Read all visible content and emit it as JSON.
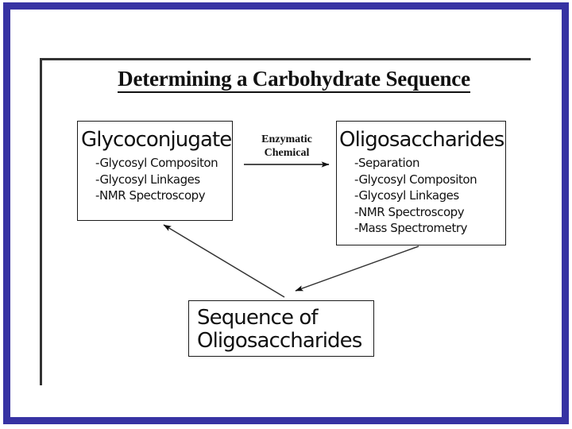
{
  "slide": {
    "title": "Determining a Carbohydrate Sequence",
    "frame_color": "#3733a3",
    "inner_rule_color": "#333333",
    "background": "#ffffff"
  },
  "nodes": {
    "source": {
      "heading": "Glycoconjugate",
      "items": [
        "-Glycosyl Compositon",
        "-Glycosyl Linkages",
        "-NMR Spectroscopy"
      ]
    },
    "product": {
      "heading": "Oligosaccharides",
      "items": [
        "-Separation",
        "-Glycosyl Compositon",
        "-Glycosyl Linkages",
        "-NMR Spectroscopy",
        "-Mass Spectrometry"
      ]
    },
    "result": {
      "line1": "Sequence of",
      "line2": "Oligosaccharides"
    }
  },
  "edges": {
    "conversion": {
      "label_line1": "Enzymatic",
      "label_line2": "Chemical",
      "name": "enzymatic-chemical-arrow"
    },
    "product_to_result": {
      "name": "oligosaccharides-to-sequence-arrow"
    },
    "result_to_source": {
      "name": "sequence-to-glycoconjugate-arrow"
    }
  }
}
